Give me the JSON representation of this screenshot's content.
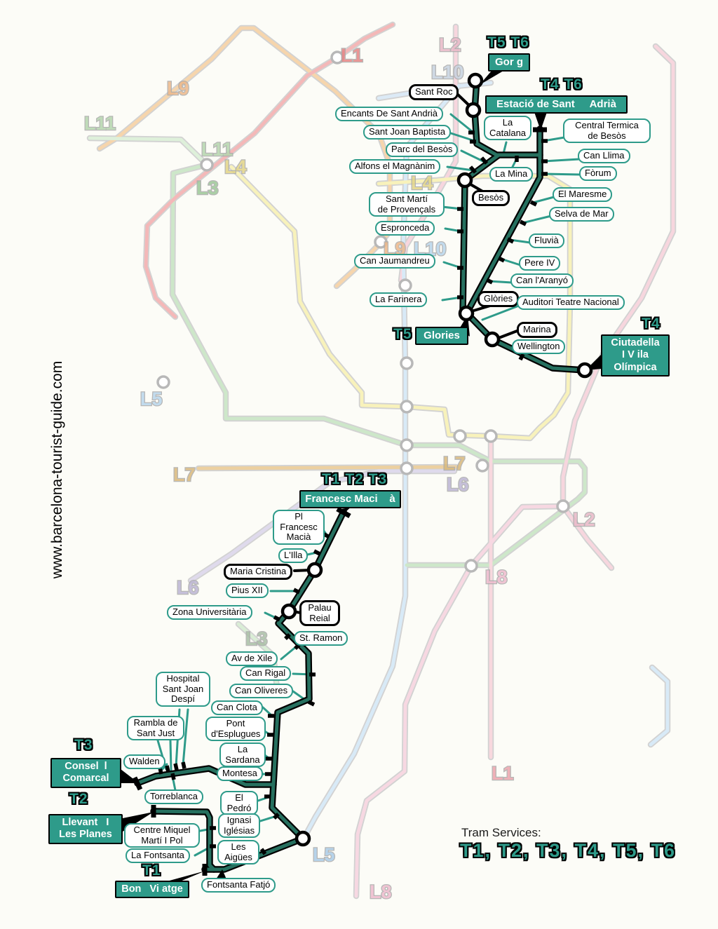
{
  "watermark": {
    "text": "www.barcelona-tourist-guide.com"
  },
  "legend": {
    "title": "Tram Services:",
    "services": "T1, T2, T3, T4, T5, T6"
  },
  "colors": {
    "tram_line": "#26705F",
    "tram_accent": "#2E9B8A",
    "terminus_fill": "#2E9B8A",
    "interchange_border": "#000000",
    "metro_outline": "#cfcfcf"
  },
  "headers": {
    "t5_t6": "T5 T6",
    "t4_t6": "T4 T6",
    "t5": "T5",
    "t4": "T4",
    "t1_t2_t3": "T1 T2 T3",
    "t3": "T3",
    "t2": "T2",
    "t1": "T1"
  },
  "termini": {
    "gorg": "Gor g",
    "estacio_de_sant_adria": "Estació de Sant     Adrià",
    "glories": "Glories",
    "ciutadella_vila_olimpica": "Ciutadella\nI V ila\nOlímpica",
    "francesc_macia": "Francesc Maci    à",
    "consell_comarcal": "Consel  l\nComarcal",
    "llevant_les_planes": "Llevant   I\nLes Planes",
    "bon_viatge": "Bon   Vi atge"
  },
  "interchanges": {
    "sant_roc": "Sant Roc",
    "besos": "Besòs",
    "glories": "Glòries",
    "marina": "Marina",
    "maria_cristina": "Maria Cristina",
    "palau_reial": "Palau\nReial"
  },
  "stations": {
    "encants": "Encants De Sant Andrià",
    "sant_joan_baptista": "Sant Joan Baptista",
    "parc_del_besos": "Parc del Besòs",
    "alfons_el_magnanim": "Alfons el Magnànim",
    "la_catalana": "La\nCatalana",
    "la_mina": "La Mina",
    "central_termica": "Central Termica\nde Besòs",
    "can_llima": "Can Llima",
    "forum": "Fòrum",
    "el_maresme": "El Maresme",
    "selva_de_mar": "Selva de Mar",
    "fluvia": "Fluvià",
    "pere_iv": "Pere IV",
    "can_laranyo": "Can l'Aranyó",
    "auditori": "Auditori Teatre Nacional",
    "wellington": "Wellington",
    "sant_marti": "Sant Martí\nde Provençals",
    "espronceda": "Espronceda",
    "can_jaumandreu": "Can Jaumandreu",
    "la_farinera": "La Farinera",
    "pl_francesc_macia": "Pl\nFrancesc\nMacià",
    "lilla": "L'Illa",
    "pius_xii": "Pius XII",
    "zona_universitaria": "Zona Universitària",
    "st_ramon": "St. Ramon",
    "av_de_xile": "Av de Xile",
    "can_rigal": "Can Rigal",
    "can_oliveres": "Can Oliveres",
    "can_clota": "Can Clota",
    "pont_desplugues": "Pont\nd'Esplugues",
    "la_sardana": "La\nSardana",
    "montesa": "Montesa",
    "hospital_sant_joan_despi": "Hospital\nSant Joan\nDespí",
    "rambla_de_sant_just": "Rambla de\nSant Just",
    "walden": "Walden",
    "torreblanca": "Torreblanca",
    "el_pedro": "El\nPedró",
    "ignasi_iglesias": "Ignasi\nIglésias",
    "les_aigues": "Les\nAigües",
    "centre_miquel": "Centre Miquel\nMartí I Pol",
    "la_fontsanta": "La Fontsanta",
    "fontsanta_fatjo": "Fontsanta Fatjó"
  },
  "metro_labels": {
    "l1_top": "L1",
    "l9_top": "L9",
    "l11_a": "L11",
    "l11_b": "L11",
    "l4_a": "L4",
    "l3_a": "L3",
    "l2_top": "L2",
    "l10_top": "L10",
    "l4_b": "L4",
    "l9_b": "L9",
    "l10_b": "L10",
    "l5_a": "L5",
    "l7_a": "L7",
    "l7_b": "L7",
    "l6_a": "L6",
    "l2_b": "L2",
    "l6_b": "L6",
    "l8_a": "L8",
    "l3_b": "L3",
    "l1_b": "L1",
    "l5_b": "L5",
    "l8_b": "L8"
  }
}
